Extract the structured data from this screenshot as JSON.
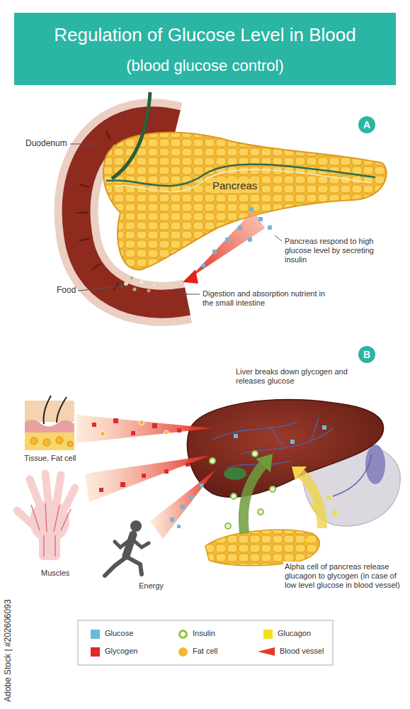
{
  "diagram": {
    "title": "Regulation of Glucose Level in Blood",
    "nodes": [
      {
        "text": [
          "A"
        ]
      },
      {
        "text": [
          "B"
        ]
      }
    ],
    "edges": [],
    "labels": [
      "(blood glucose control)",
      "Duodenum",
      "Pancreas",
      "Pancreas respond to high glucose level by secreting insulin",
      "Food",
      "Digestion and absorption nutrient in the small intestine",
      "Liver breaks down glycogen and releases glucose",
      "Tissue, Fat cell",
      "Muscles",
      "Energy",
      "Alpha cell of pancreas release glucagon to glycogen (in case of low level glucose in blood vessel)",
      "Adobe Stock | #202606093"
    ],
    "legend": [
      {
        "text": "Glucose",
        "color": "#6cb8dc"
      },
      {
        "text": "Insulin",
        "color": "#8cc63f"
      },
      {
        "text": "Glucagon",
        "color": "#f2e21c"
      },
      {
        "text": "Glycogen",
        "color": "#e02a2a"
      },
      {
        "text": "Fat cell",
        "color": "#f5b830"
      },
      {
        "text": "Blood vessel",
        "color": "#e5372c"
      }
    ]
  }
}
